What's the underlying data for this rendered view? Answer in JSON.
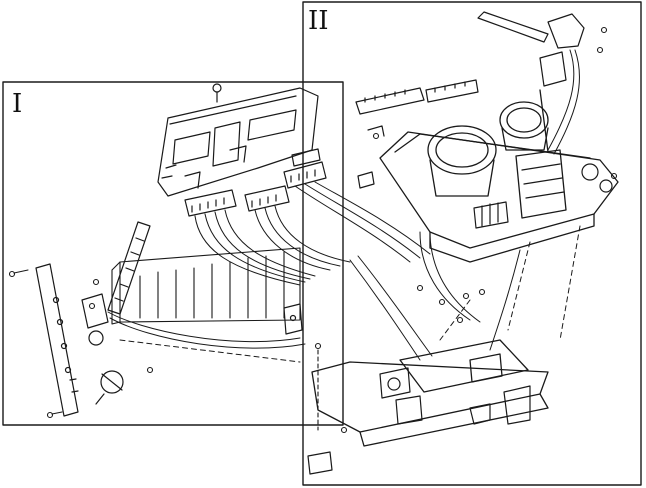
{
  "diagram": {
    "panels": [
      {
        "id": "panel-1",
        "label": "I"
      },
      {
        "id": "panel-2",
        "label": "II"
      }
    ],
    "colors": {
      "ink": "#1a1a1a",
      "paper": "#ffffff",
      "shade": "#bdbdbd"
    }
  }
}
